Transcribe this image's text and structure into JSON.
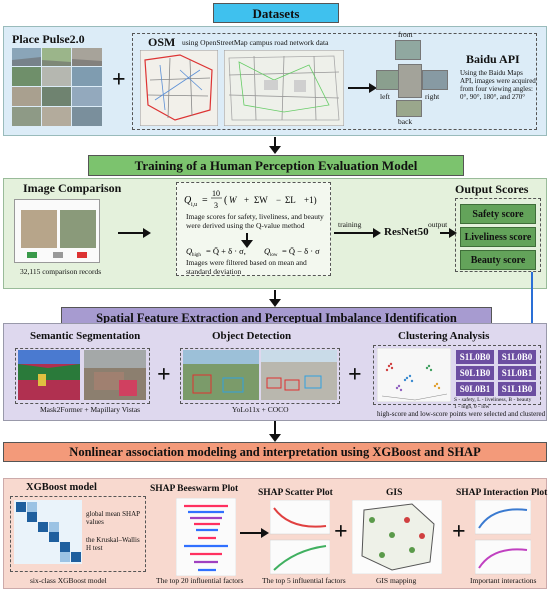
{
  "datasets": {
    "banner": "Datasets",
    "place_pulse": "Place Pulse2.0",
    "osm_title": "OSM",
    "osm_subtitle": "using OpenStreetMap campus road network data",
    "baidu_title": "Baidu API",
    "baidu_desc": "Using the Baidu Maps API, images were acquired from four viewing angles: 0°, 90°, 180°, and 270°",
    "view_front": "front",
    "view_left": "left",
    "view_right": "right",
    "view_back": "back"
  },
  "training": {
    "banner": "Training of a Human Perception Evaluation Model",
    "image_comparison": "Image Comparison",
    "comparison_records": "32,115 comparison records",
    "formula_q": "Q",
    "q_desc": "Image scores for safety, liveliness, and beauty were derived using the Q-value method",
    "filter_desc": "Images were filtered based on mean and standard deviation",
    "arrow_training": "training",
    "resnet": "ResNet50",
    "arrow_output": "output",
    "output_title": "Output Scores",
    "scores": [
      "Safety score",
      "Liveliness score",
      "Beauty score"
    ]
  },
  "spatial": {
    "banner": "Spatial Feature Extraction and Perceptual Imbalance Identification",
    "seg_title": "Semantic Segmentation",
    "seg_caption": "Mask2Former + Mapillary Vistas",
    "det_title": "Object Detection",
    "det_caption": "YoLo11x + COCO",
    "clust_title": "Clustering Analysis",
    "codes": [
      "S1L0B0",
      "S1L0B0",
      "S0L1B0",
      "S1L0B1",
      "S0L0B1",
      "S1L1B0"
    ],
    "legend_line1": "S - safety, L - liveliness, B - beauty",
    "legend_line2": "1 - high, 0 - low",
    "clust_caption": "high-score and low-score points were selected and clustered"
  },
  "xgb": {
    "banner": "Nonlinear association modeling and interpretation using XGBoost and SHAP",
    "model_title": "XGBoost model",
    "shap_values": "global mean SHAP values",
    "kruskal": "the Kruskal–Wallis H test",
    "model_caption": "six-class XGBoost model",
    "beeswarm_title": "SHAP Beeswarm Plot",
    "beeswarm_caption": "The top 20 influential factors",
    "scatter_title": "SHAP Scatter Plot",
    "scatter_caption": "The top 5 influential factors",
    "gis_title": "GIS",
    "gis_caption": "GIS mapping",
    "interaction_title": "SHAP Interaction Plot",
    "interaction_caption": "Important interactions"
  },
  "colors": {
    "datasets_banner": "#3fc1ee",
    "datasets_bg": "#dcecf7",
    "training_banner": "#7cc36e",
    "training_bg": "#e4f1dc",
    "spatial_banner": "#a79bd0",
    "spatial_bg": "#ded8ee",
    "xgb_banner": "#f39a7a",
    "xgb_bg": "#f8d9cf",
    "score_green": "#63a35a",
    "code_purple": "#6c4ea1"
  }
}
